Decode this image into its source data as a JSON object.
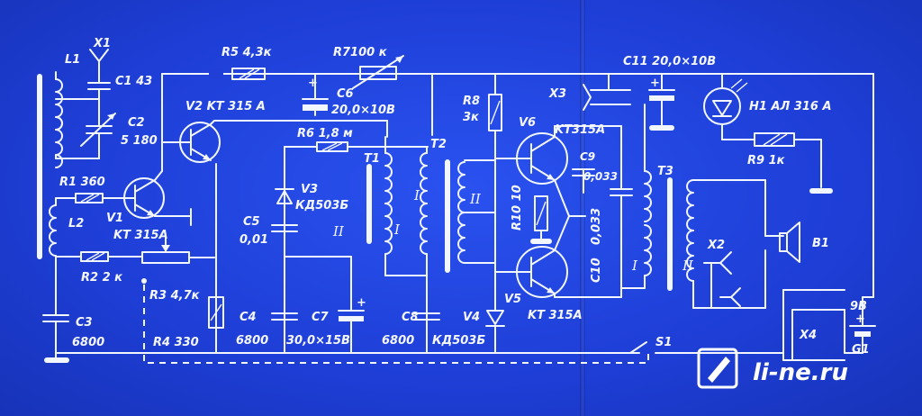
{
  "labels": {
    "L1": "L1",
    "X1": "X1",
    "C1": "C1 43",
    "C2": "C2",
    "C2_val": "5 180",
    "R1": "R1 360",
    "V1": "V1",
    "V1_type": "KT 315A",
    "L2": "L2",
    "R2": "R2 2 к",
    "R3": "R3 4,7к",
    "C3": "C3",
    "C3_val": "6800",
    "R4": "R4 330",
    "R5": "R5 4,3к",
    "V2": "V2 KT 315 A",
    "R7": "R7100 к",
    "C6": "C6",
    "C6_val": "20,0×10В",
    "R6": "R6 1,8 м",
    "V3": "V3",
    "V3_type": "КД503Б",
    "C5": "C5",
    "C5_val": "0,01",
    "C4": "C4",
    "C4_val": "6800",
    "C7": "C7",
    "C7_val": "30,0×15В",
    "T1": "T1",
    "T2": "T2",
    "R8": "R8",
    "R8_val": "3к",
    "C8": "C8",
    "C8_val": "6800",
    "V4": "V4",
    "V4_type": "КД503Б",
    "X3": "X3",
    "V6": "V6",
    "V6_type": "KT315A",
    "C9": "C9",
    "C9_val": "0,033",
    "R10": "R10 10",
    "C10": "C10",
    "C10_val": "0,033",
    "V5": "V5",
    "V5_type": "KT 315A",
    "C11": "C11 20,0×10В",
    "H1": "H1 АЛ 316 А",
    "R9": "R9 1к",
    "T3": "T3",
    "X2": "X2",
    "B1": "B1",
    "G1": "9В",
    "G1_name": "G1",
    "X4": "X4",
    "S1": "S1",
    "plus": "+",
    "minus": "-"
  },
  "windings": {
    "I": "I",
    "II": "II"
  },
  "watermark": {
    "text": "li-ne.ru",
    "icon": "pen-icon"
  },
  "colors": {
    "background": "#1f3fd8",
    "ink": "#f2f6ff"
  }
}
